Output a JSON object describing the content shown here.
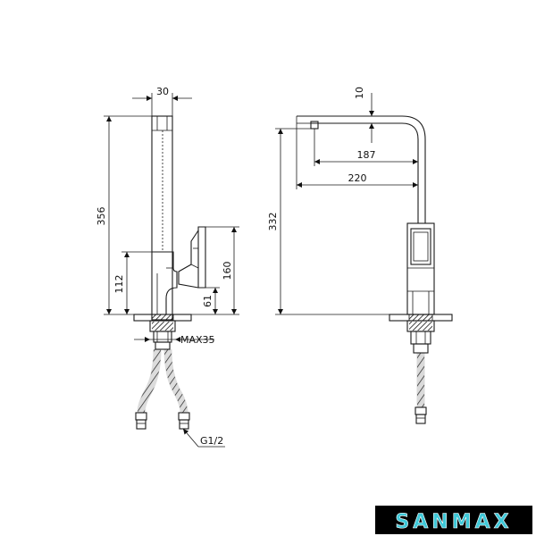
{
  "front_view": {
    "dim_width": "30",
    "dim_total_height": "356",
    "dim_body_height": "112",
    "dim_lever_height": "160",
    "dim_lever_offset": "61",
    "dim_max_hole": "MAX35",
    "dim_thread": "G1/2"
  },
  "side_view": {
    "dim_spout_thickness": "10",
    "dim_reach_inner": "187",
    "dim_reach_total": "220",
    "dim_spout_height": "332"
  },
  "brand": {
    "logo_text": "SANMAX",
    "logo_color": "#3ec8d8",
    "logo_background": "#000000"
  }
}
